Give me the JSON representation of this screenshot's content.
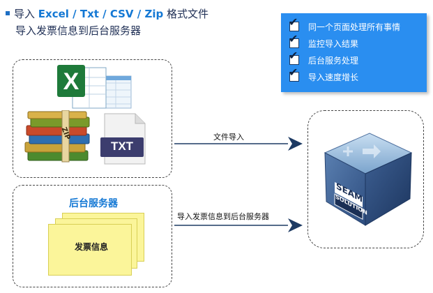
{
  "header": {
    "line1_prefix": "导入 ",
    "line1_formats": "Excel / Txt / CSV / Zip",
    "line1_suffix": " 格式文件",
    "line2": "导入发票信息到后台服务器"
  },
  "features": [
    {
      "label": "同一个页面处理所有事情"
    },
    {
      "label": "监控导入结果"
    },
    {
      "label": "后台服务处理"
    },
    {
      "label": "导入速度增长"
    }
  ],
  "files_group": {
    "txt_label": "TXT",
    "zip_label": "ZIP"
  },
  "arrows": {
    "file_import": "文件导入",
    "invoice_import": "导入发票信息到后台服务器"
  },
  "server_group": {
    "title": "后台服务器",
    "paper_label": "发票信息"
  },
  "cube": {
    "line1": "SEAM",
    "line2": "SOLUTION"
  },
  "colors": {
    "accent": "#1478d4",
    "feature_box": "#2a8ef0",
    "arrow": "#1d3a63",
    "paper": "#fbf59a"
  }
}
